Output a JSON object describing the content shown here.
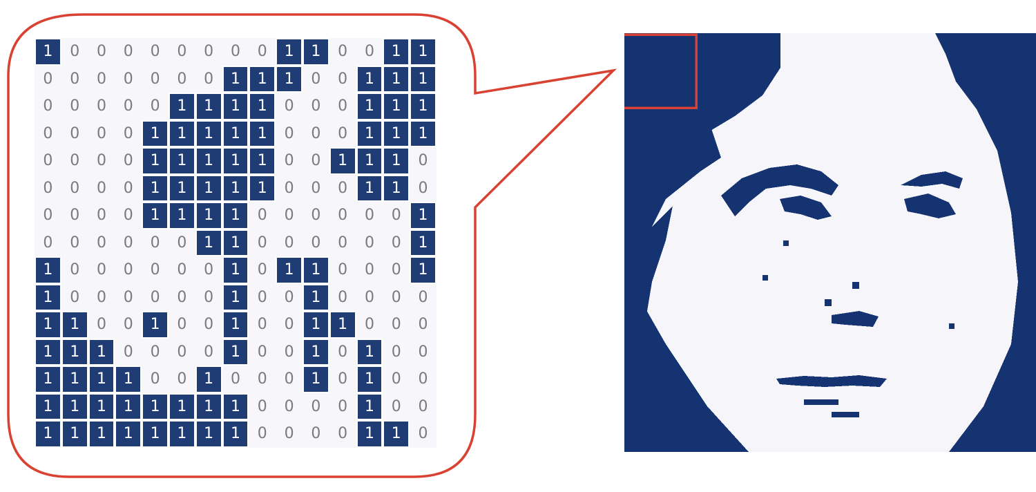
{
  "colors": {
    "ink": "#153370",
    "paper": "#f6f6fa",
    "callout_border": "#d94232",
    "highlight_box": "#d94232",
    "zero_text": "#7a7a7a"
  },
  "zoomed_matrix": [
    "100000000110011",
    "000000011100111",
    "000001111000111",
    "000011111000111",
    "000011111001110",
    "000011111000110",
    "000011110000001",
    "000000110000001",
    "100000010110001",
    "100000010010000",
    "110010010011000",
    "111000010010100",
    "111100100010100",
    "111111110000100",
    "111111110000110"
  ]
}
